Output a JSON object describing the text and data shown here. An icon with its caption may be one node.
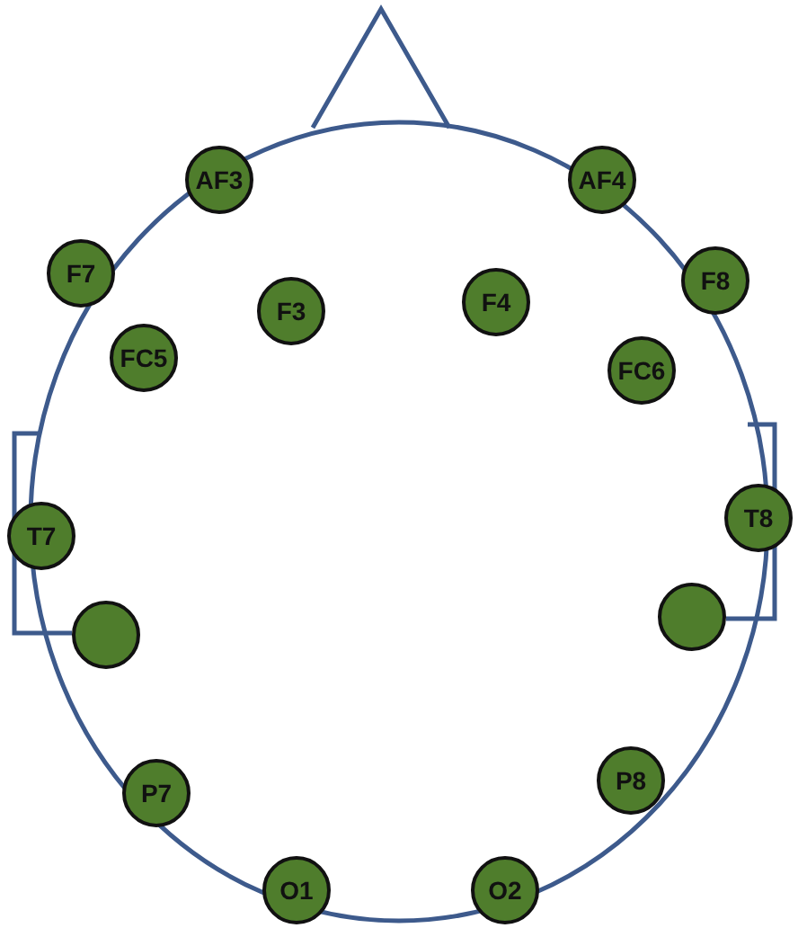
{
  "diagram": {
    "nodes": [
      {
        "text": [
          "AF3"
        ]
      },
      {
        "text": [
          "AF4"
        ]
      },
      {
        "text": [
          "F7"
        ]
      },
      {
        "text": [
          "F8"
        ]
      },
      {
        "text": [
          "F3"
        ]
      },
      {
        "text": [
          "F4"
        ]
      },
      {
        "text": [
          "FC5"
        ]
      },
      {
        "text": [
          "FC6"
        ]
      },
      {
        "text": [
          "T7"
        ]
      },
      {
        "text": [
          "T8"
        ]
      },
      {
        "text": [],
        "shape": "circle"
      },
      {
        "text": [],
        "shape": "circle"
      },
      {
        "text": [
          "P7"
        ]
      },
      {
        "text": [
          "P8"
        ]
      },
      {
        "text": [
          "O1"
        ]
      },
      {
        "text": [
          "O2"
        ]
      }
    ]
  }
}
